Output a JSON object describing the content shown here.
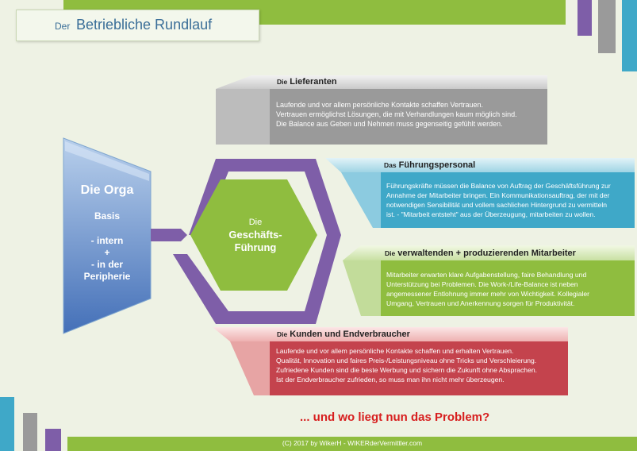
{
  "title": {
    "prefix": "Der",
    "main": "Betriebliche Rundlauf"
  },
  "orga": {
    "heading": "Die Orga",
    "basis": "Basis",
    "intern": "- intern",
    "plus": "+",
    "in_der": "- in der",
    "peripherie": "Peripherie"
  },
  "hexagon": {
    "die": "Die",
    "line1": "Geschäfts-",
    "line2": "Führung"
  },
  "panels": {
    "lieferanten": {
      "prefix": "Die",
      "heading": "Lieferanten",
      "lines": [
        "Laufende und vor allem persönliche Kontakte schaffen Vertrauen.",
        "Vertrauen ermöglichst Lösungen, die mit Verhandlungen kaum möglich sind.",
        "Die Balance aus Geben und Nehmen muss gegenseitig gefühlt werden."
      ]
    },
    "fuehrung": {
      "prefix": "Das",
      "heading": "Führungspersonal",
      "lines": [
        "Führungskräfte müssen die Balance von Auftrag der Geschäftsführung zur",
        "Annahme der Mitarbeiter bringen. Ein Kommunikationsauftrag, der mit der",
        "notwendigen Sensibilität und vollem sachlichen Hintergrund zu vermitteln",
        "ist. - \"Mitarbeit entsteht\" aus der Überzeugung, mitarbeiten zu wollen."
      ]
    },
    "mitarbeiter": {
      "prefix": "Die",
      "heading": "verwaltenden + produzierenden Mitarbeiter",
      "lines": [
        "Mitarbeiter erwarten klare Aufgabenstellung, faire Behandlung und",
        "Unterstützung bei Problemen. Die Work-/Life-Balance ist neben",
        "angemessener Entlohnung immer mehr von Wichtigkeit. Kollegialer",
        "Umgang, Vertrauen und Anerkennung sorgen für Produktivität."
      ]
    },
    "kunden": {
      "prefix": "Die",
      "heading": "Kunden und Endverbraucher",
      "lines": [
        "Laufende und vor allem persönliche Kontakte schaffen und erhalten Vertrauen.",
        "Qualität, Innovation und faires Preis-/Leistungsniveau ohne Tricks und Verschleierung.",
        "Zufriedene Kunden sind die beste Werbung und sichern die Zukunft ohne Absprachen.",
        "Ist der Endverbraucher zufrieden, so muss man ihn nicht mehr überzeugen."
      ]
    }
  },
  "question": "... und wo liegt nun das Problem?",
  "footer": "(C) 2017 by  WikerH  - WIKERderVermittler.com",
  "colors": {
    "background": "#eef2e4",
    "green": "#8fbd3f",
    "purple": "#7e5ea8",
    "gray": "#9a9a9a",
    "blue": "#3fa8c8",
    "red": "#c4434d",
    "title_blue": "#3a6e98",
    "problem_red": "#d71f1f"
  }
}
